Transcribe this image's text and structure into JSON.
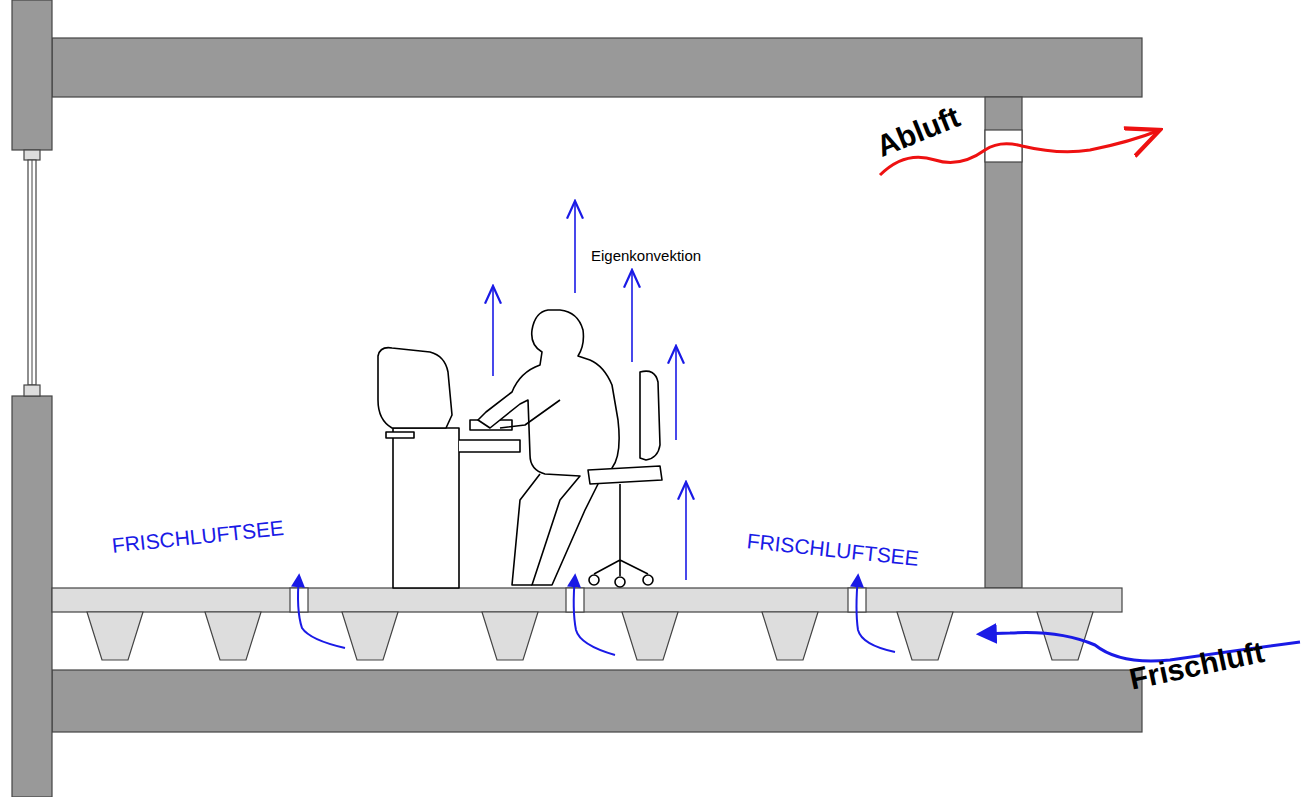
{
  "diagram": {
    "labels": [
      "Abluft",
      "Eigenkonvektion",
      "FRISCHLUFTSEE",
      "FRISCHLUFTSEE",
      "Frischluft"
    ]
  }
}
